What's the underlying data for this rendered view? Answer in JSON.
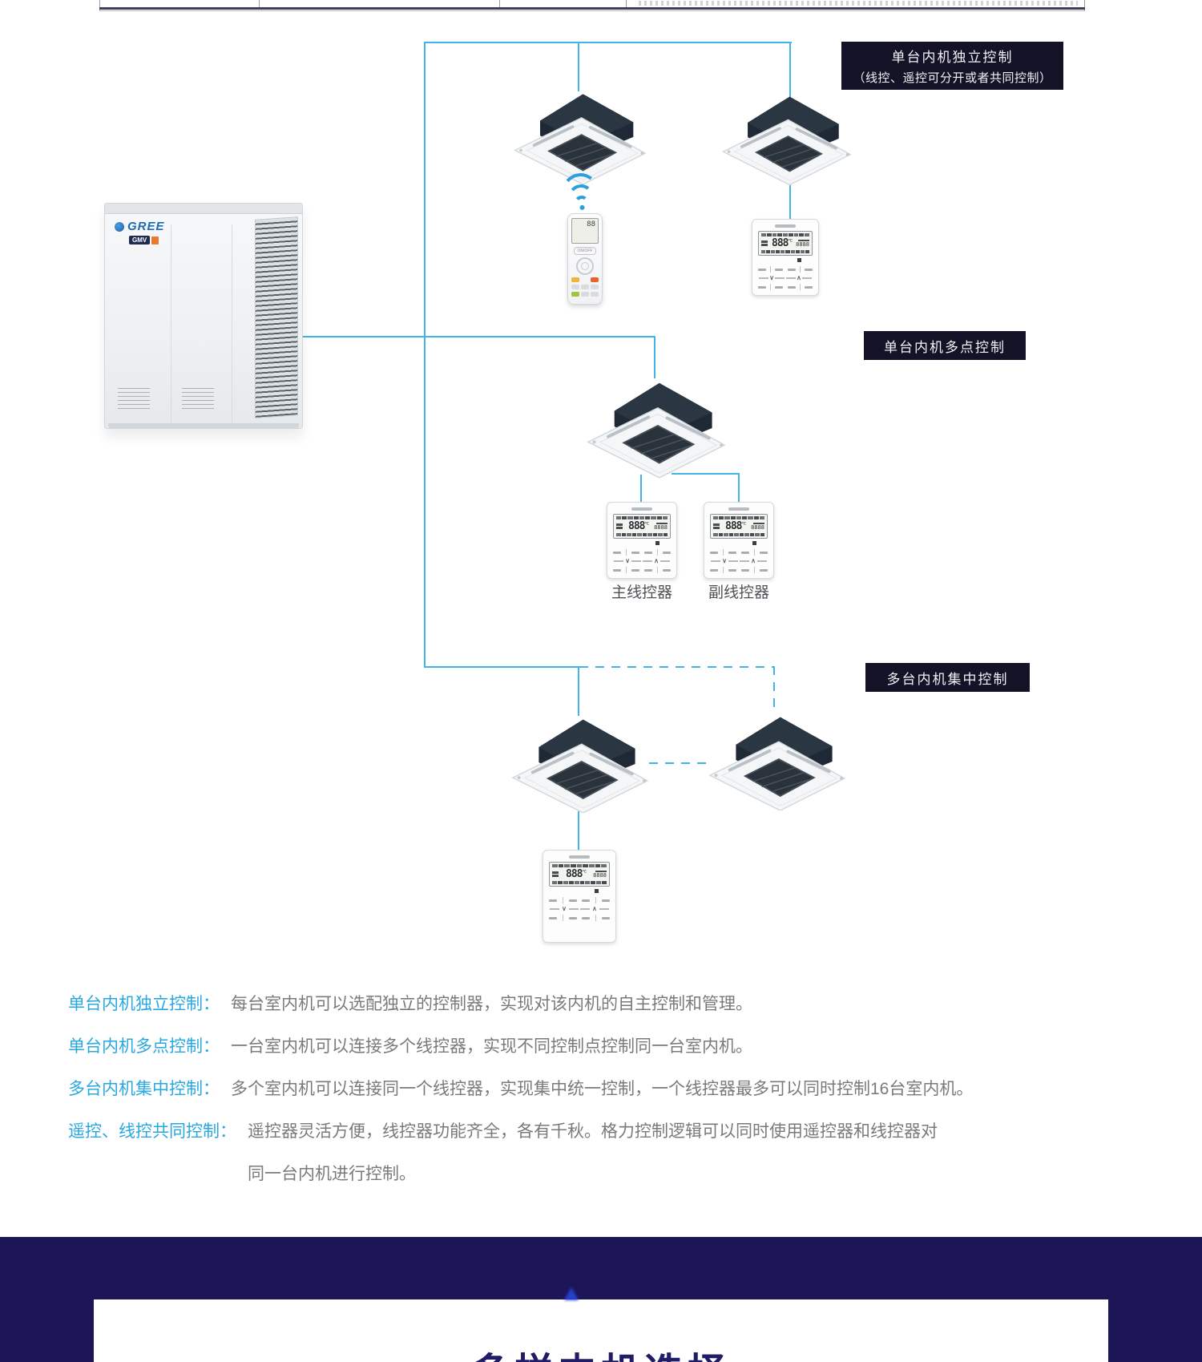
{
  "diagram": {
    "callouts": {
      "independent_line1": "单台内机独立控制",
      "independent_line2": "（线控、遥控可分开或者共同控制）",
      "multipoint": "单台内机多点控制",
      "centralized": "多台内机集中控制"
    },
    "controller_labels": {
      "master": "主线控器",
      "slave": "副线控器"
    },
    "outdoor_unit": {
      "brand": "GREE",
      "series_badge": "GMV"
    },
    "wired_controller": {
      "display_main": "888",
      "display_unit": "℃",
      "display_sub": "8888",
      "arrow_down": "∨",
      "arrow_up": "∧"
    },
    "remote_control": {
      "display": "88",
      "power_label": "ON/OFF"
    },
    "colors": {
      "wire_blue": "#41b5e8",
      "callout_bg": "#141227",
      "term_blue": "#29a8e0",
      "footer_navy": "#1c1656",
      "title_navy": "#201d66"
    }
  },
  "descriptions": [
    {
      "term": "单台内机独立控制：",
      "text": "每台室内机可以选配独立的控制器，实现对该内机的自主控制和管理。"
    },
    {
      "term": "单台内机多点控制：",
      "text": "一台室内机可以连接多个线控器，实现不同控制点控制同一台室内机。"
    },
    {
      "term": "多台内机集中控制：",
      "text": "多个室内机可以连接同一个线控器，实现集中统一控制，一个线控器最多可以同时控制16台室内机。"
    },
    {
      "term": "遥控、线控共同控制：",
      "text": "遥控器灵活方便，线控器功能齐全，各有千秋。格力控制逻辑可以同时使用遥控器和线控器对",
      "text2": "同一台内机进行控制。"
    }
  ],
  "footer": {
    "title": "多样内机选择"
  }
}
